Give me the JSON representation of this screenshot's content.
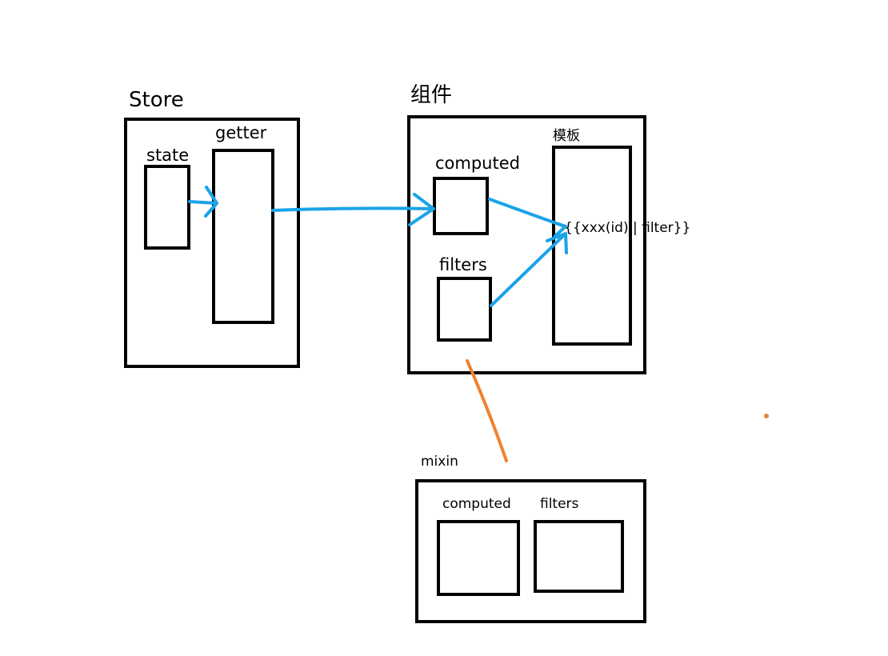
{
  "store": {
    "title": "Store",
    "state_label": "state",
    "getter_label": "getter"
  },
  "component": {
    "title": "组件",
    "computed_label": "computed",
    "filters_label": "filters",
    "template_label": "模板",
    "template_expression": "{{xxx(id) | filter}}"
  },
  "mixin": {
    "title": "mixin",
    "computed_label": "computed",
    "filters_label": "filters"
  },
  "colors": {
    "arrow": "#1aa3e8",
    "connector": "#f0822e",
    "box_stroke": "#000000"
  }
}
